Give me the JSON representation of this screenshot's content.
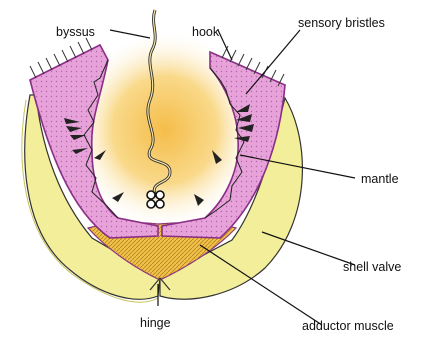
{
  "labels": {
    "byssus": "byssus",
    "hook": "hook",
    "sensory_bristles": "sensory bristles",
    "mantle": "mantle",
    "shell_valve": "shell valve",
    "hinge": "hinge",
    "adductor_muscle": "adductor muscle"
  },
  "colors": {
    "shell_yellow": "#f3ee9a",
    "mantle_pink": "#e7a3d9",
    "outline_purple": "#8a2f86",
    "adductor_orange": "#efc24a",
    "glow_center": "#f6c65a",
    "line": "#111111"
  }
}
